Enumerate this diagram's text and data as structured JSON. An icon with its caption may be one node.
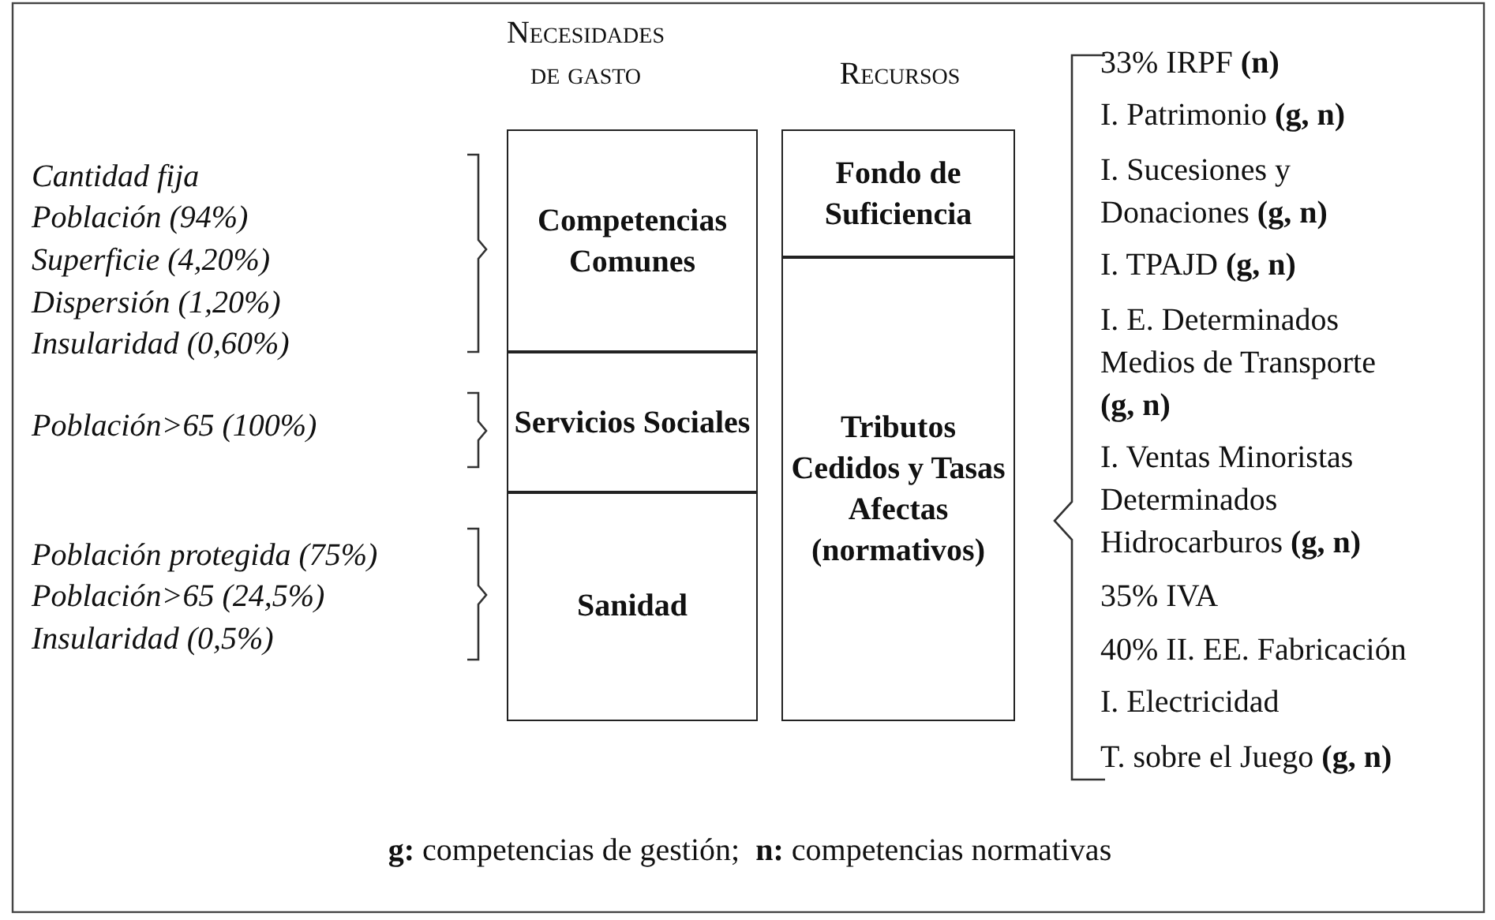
{
  "diagram": {
    "nodes": [
      {
        "text": [
          "Competencias Comunes"
        ]
      },
      {
        "text": [
          "Servicios Sociales"
        ]
      },
      {
        "text": [
          "Sanidad"
        ]
      },
      {
        "text": [
          "Fondo de Suficiencia"
        ]
      },
      {
        "text": [
          "Tributos Cedidos y Tasas Afectas (normativos)"
        ]
      }
    ],
    "edges": [],
    "labels": [
      "Necesidades de gasto",
      "Recursos",
      "Cantidad fija",
      "Población (94%)",
      "Superficie (4,20%)",
      "Dispersión (1,20%)",
      "Insularidad (0,60%)",
      "Población>65 (100%)",
      "Población protegida (75%)",
      "Población>65 (24,5%)",
      "Insularidad (0,5%)",
      "33% IRPF **(n)**",
      "I. Patrimonio **(g, n)**",
      "I. Sucesiones y Donaciones **(g, n)**",
      "I. TPAJD **(g, n)**",
      "I. E. Determinados Medios de Transporte **(g, n)**",
      "I. Ventas Minoristas Determinados Hidrocarburos **(g, n)**",
      "35% IVA",
      "40% II. EE. Fabricación",
      "I. Electricidad",
      "T. sobre el Juego **(g, n)**",
      "**g:** competencias de gestión;  **n:** competencias normativas"
    ]
  }
}
